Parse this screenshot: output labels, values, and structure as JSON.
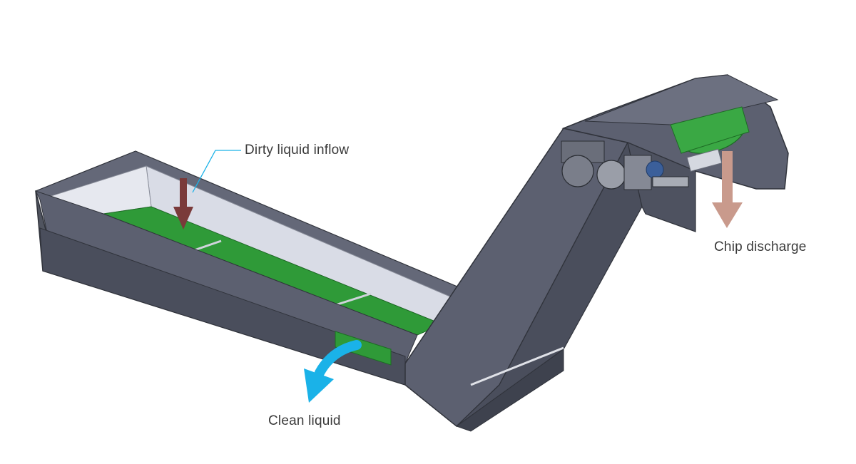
{
  "diagram": {
    "labels": {
      "dirty_inflow": "Dirty liquid inflow",
      "chip_discharge": "Chip discharge",
      "clean_liquid": "Clean liquid"
    },
    "colors": {
      "body": "#5c6070",
      "body_dark": "#4a4e5c",
      "body_light": "#6c7080",
      "inner_wall": "#d9dce6",
      "belt": "#2f9a38",
      "belt_dark": "#23782b",
      "roller": "#3aa844",
      "dirty_arrow": "#7a3a3a",
      "chip_arrow": "#c99a8c",
      "clean_arrow": "#1ab2e8",
      "leader": "#1ab2e8"
    }
  }
}
